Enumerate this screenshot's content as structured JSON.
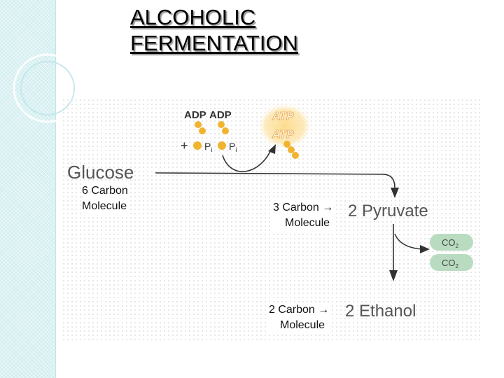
{
  "title": {
    "line1": "ALCOHOLIC",
    "line2": "FERMENTATION"
  },
  "diagram": {
    "adp1": "ADP",
    "adp2": "ADP",
    "plus": "+",
    "pi1": "P",
    "pi1_sub": "i",
    "pi2": "P",
    "pi2_sub": "i",
    "atp1": "ATP",
    "atp2": "ATP",
    "glucose": "Glucose",
    "pyruvate": "2 Pyruvate",
    "co2_1": "CO",
    "co2_1_sub": "2",
    "co2_2": "CO",
    "co2_2_sub": "2",
    "ethanol": "2 Ethanol"
  },
  "annotations": {
    "glucose_line1": "6 Carbon",
    "glucose_line2": "Molecule",
    "pyruvate_line1": "3 Carbon →",
    "pyruvate_line2": "Molecule",
    "ethanol_line1": "2 Carbon →",
    "ethanol_line2": "Molecule"
  },
  "colors": {
    "phosphate": "#f1b430",
    "atp_glow": "#fbd88a",
    "co2_fill": "#b9dcc1",
    "arrow": "#333333",
    "side_panel": "#d3eef0"
  }
}
